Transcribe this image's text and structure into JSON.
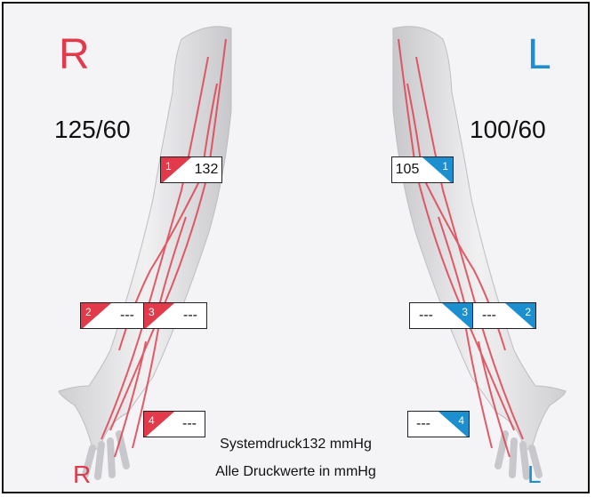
{
  "labels": {
    "right_top": "R",
    "left_top": "L",
    "right_bottom": "R",
    "left_bottom": "L"
  },
  "pressures": {
    "right_arm": "125/60",
    "left_arm": "100/60"
  },
  "markers": {
    "r1": {
      "num": "1",
      "value": "132"
    },
    "r2": {
      "num": "2",
      "value": "---"
    },
    "r3": {
      "num": "3",
      "value": "---"
    },
    "r4": {
      "num": "4",
      "value": "---"
    },
    "l1": {
      "num": "1",
      "value": "105"
    },
    "l2": {
      "num": "2",
      "value": "---"
    },
    "l3": {
      "num": "3",
      "value": "---"
    },
    "l4": {
      "num": "4",
      "value": "---"
    }
  },
  "footer": {
    "line1": "Systemdruck132 mmHg",
    "line2": "Alle Druckwerte in mmHg"
  },
  "colors": {
    "right": "#e23a4a",
    "left": "#1b8fd0",
    "skin": "#e6e6e8",
    "vessel": "#e04050"
  }
}
